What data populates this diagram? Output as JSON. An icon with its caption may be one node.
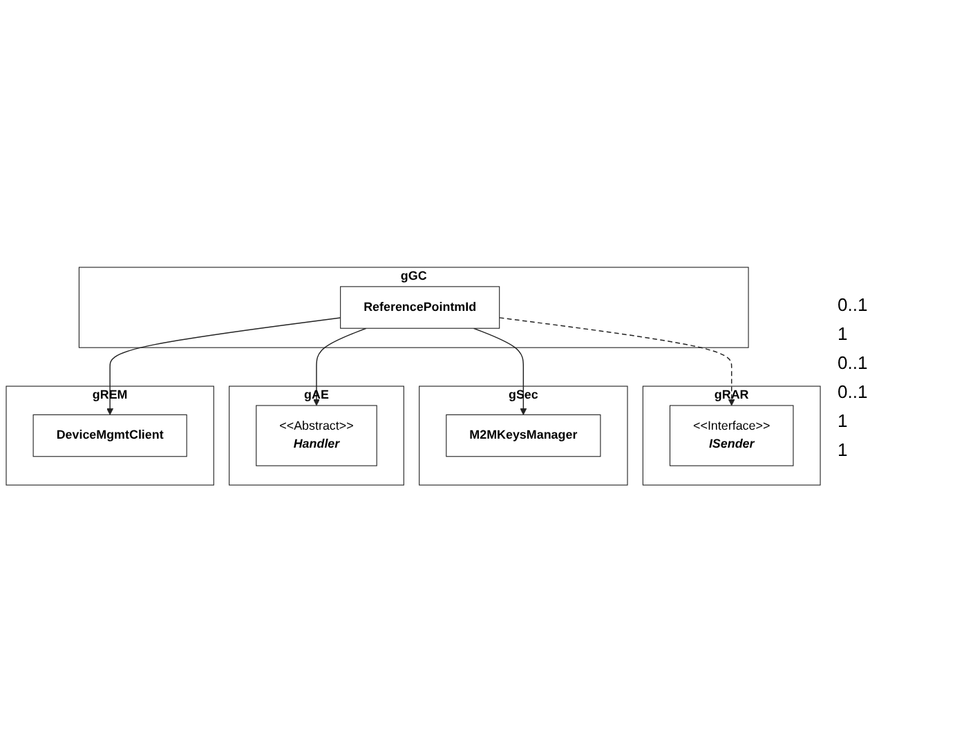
{
  "diagram": {
    "nodes": [
      {
        "text": [
          "gRAR"
        ]
      },
      {
        "text": [
          "<<Interface>>",
          "ISender"
        ],
        "in": 0
      },
      {
        "text": [
          "gGC"
        ]
      },
      {
        "text": [
          "ReferencePointmId"
        ],
        "in": 2
      },
      {
        "text": [
          "gSec"
        ]
      },
      {
        "text": [
          "M2MKeysManager"
        ],
        "in": 4
      },
      {
        "text": [
          "gAE"
        ]
      },
      {
        "text": [
          "<<Abstract>>",
          "Handler"
        ],
        "in": 6
      },
      {
        "text": [
          "gREM"
        ]
      },
      {
        "text": [
          "DeviceMgmtClient"
        ],
        "in": 8
      }
    ],
    "edges": [
      {
        "from": 3,
        "to": 1,
        "arrow": "to",
        "style": "dashed"
      },
      {
        "from": 3,
        "to": 5,
        "arrow": "to"
      },
      {
        "from": 3,
        "to": 7,
        "arrow": "to"
      },
      {
        "from": 3,
        "to": 9,
        "arrow": "to"
      }
    ],
    "labels": [
      "0..1",
      "1",
      "0..1",
      "0..1",
      "1",
      "1"
    ]
  }
}
